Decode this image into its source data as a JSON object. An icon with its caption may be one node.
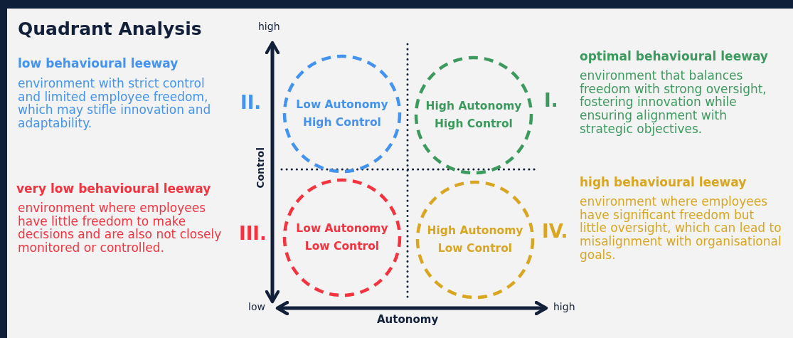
{
  "diagram": {
    "title": "Quadrant Analysis",
    "nodes": [
      {
        "text": [
          "Low Autonomy High Control"
        ]
      },
      {
        "text": [
          "High Autonomy High Control"
        ]
      },
      {
        "text": [
          "Low Autonomy Low Control"
        ]
      },
      {
        "text": [
          "High Autonomy Low Control"
        ]
      }
    ],
    "labels": [
      "high",
      "low behavioural leeway",
      "environment with strict control and limited employee freedom, which may stifle innovation and adaptability.",
      "II.",
      "I.",
      "optimal behavioural leeway",
      "environment that balances freedom with strong oversight, fostering innovation while ensuring alignment with strategic objectives.",
      "Control",
      "very low behavioural leeway",
      "environment where employees have little freedom to make decisions and are also not closely monitored or controlled.",
      "III.",
      "IV.",
      "high behavioural leeway",
      "environment where employees have significant freedom but little oversight, which can lead to misalignment with organisational goals.",
      "low",
      "high",
      "Autonomy"
    ]
  }
}
